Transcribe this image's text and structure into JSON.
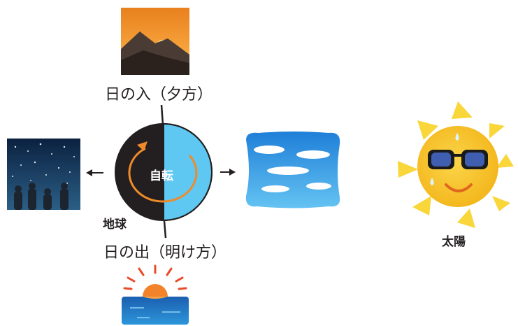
{
  "labels": {
    "sunset": "日の入（夕方）",
    "sunrise": "日の出（明け方）",
    "rotation": "自転",
    "earth": "地球",
    "sun": "太陽"
  },
  "colors": {
    "earth_night": "#231f20",
    "earth_day": "#5ec8f2",
    "rotation_arrow": "#ee8a2a",
    "sun_body": "#f7c61f",
    "sun_rays": "#f9d63a",
    "sky_blue": "#3f9ee2",
    "night_sky": "#0f2a4d",
    "sunset_orange": "#f08a1f",
    "sea_blue": "#1e78c8"
  },
  "icons": {
    "sunset_picture": "sunset-mountain-icon",
    "night_picture": "starry-night-icon",
    "day_picture": "day-sky-clouds-icon",
    "sunrise_picture": "sunrise-sea-icon",
    "sun": "sun-with-sunglasses-icon",
    "arrow_left": "arrow-left-icon",
    "arrow_right": "arrow-right-icon"
  }
}
